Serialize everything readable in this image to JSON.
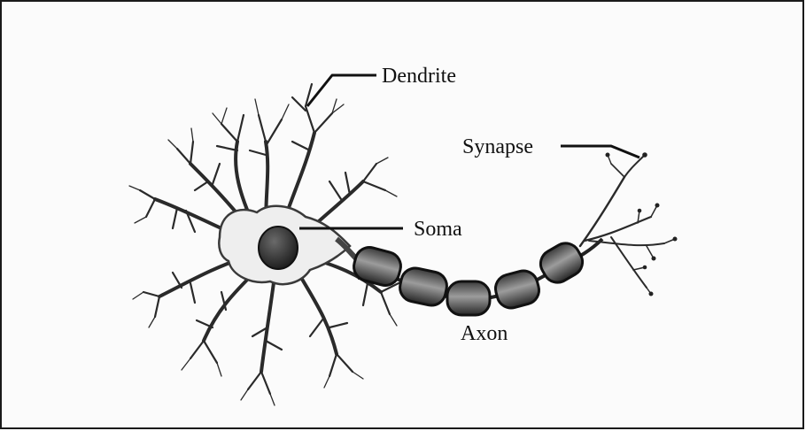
{
  "diagram": {
    "labels": {
      "dendrite": "Dendrite",
      "synapse": "Synapse",
      "soma": "Soma",
      "axon": "Axon"
    },
    "colors": {
      "border": "#1a1a1a",
      "ink": "#111111",
      "soma_fill": "#f2f2f2",
      "nucleus": "#2b2b2b",
      "myelin_dark": "#2e2e2e",
      "myelin_light": "#9a9a9a"
    }
  }
}
